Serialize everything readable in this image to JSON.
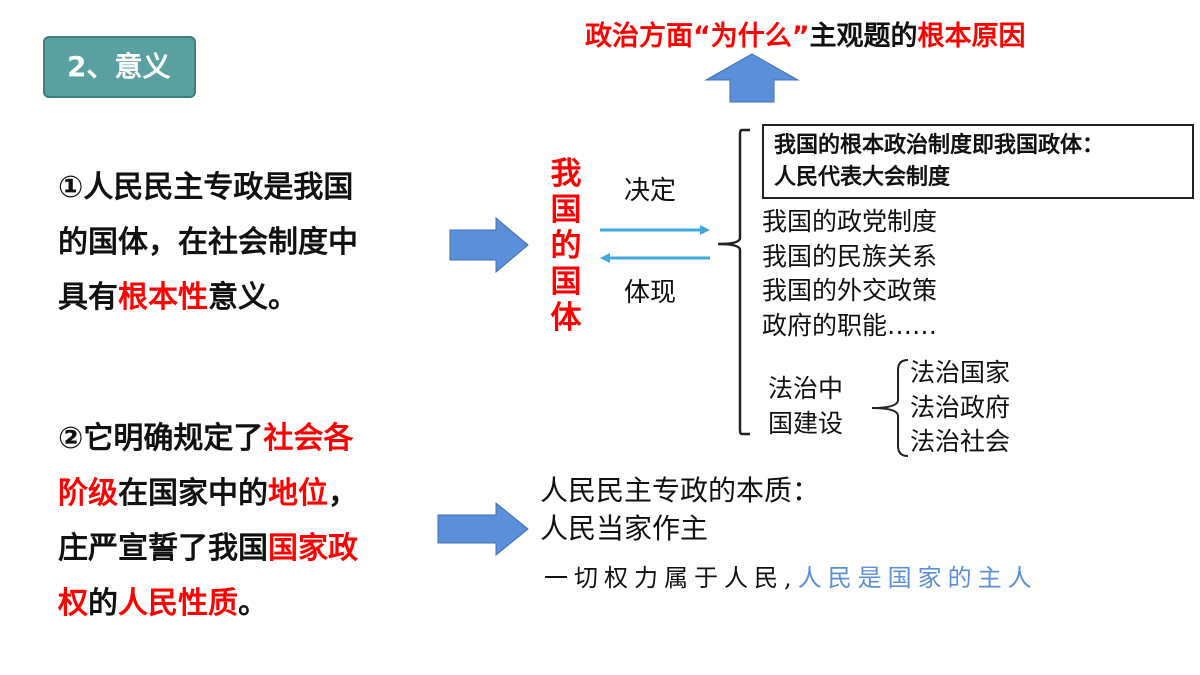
{
  "badge": {
    "label": "2、意义"
  },
  "top_title": {
    "part1": "政治方面“为什么”",
    "part2": "主观题的",
    "part3": "根本原因"
  },
  "para1": {
    "line1": "①人民民主专政是我国",
    "line2": "的国体，在社会制度中",
    "line3_prefix": "具有",
    "line3_red": "根本性",
    "line3_suffix": "意义。"
  },
  "para2": {
    "line1_prefix": "②它明确规定了",
    "line1_red": "社会各",
    "line2_red1": "阶级",
    "line2_mid": "在国家中的",
    "line2_red2": "地位",
    "line2_suffix": "，",
    "line3_prefix": "庄严宣誓了我国",
    "line3_red": "国家政",
    "line4_red1": "权",
    "line4_mid": "的",
    "line4_red2": "人民性质",
    "line4_suffix": "。"
  },
  "diagram": {
    "vertical_title": [
      "我",
      "国",
      "的",
      "国",
      "体"
    ],
    "decide_label": "决定",
    "embody_label": "体现",
    "boxed_line1": "我国的根本政治制度即我国政体：",
    "boxed_line2": "人民代表大会制度",
    "items": [
      "我国的政党制度",
      "我国的民族关系",
      "我国的外交政策",
      "政府的职能……"
    ],
    "rule_of_law_label_line1": "法治中",
    "rule_of_law_label_line2": "国建设",
    "rule_of_law_items": [
      "法治国家",
      "法治政府",
      "法治社会"
    ]
  },
  "essence": {
    "line1": "人民民主专政的本质：",
    "line2": "人民当家作主",
    "line3_black": "一切权力属于人民,",
    "line3_blue": "人民是国家的主人"
  },
  "colors": {
    "accent_red": "#ff0000",
    "arrow_blue": "#5b8fd9",
    "badge_teal": "#5aa0a0",
    "line_cyan": "#3fa9e0",
    "text_blue": "#5b8fd9"
  }
}
